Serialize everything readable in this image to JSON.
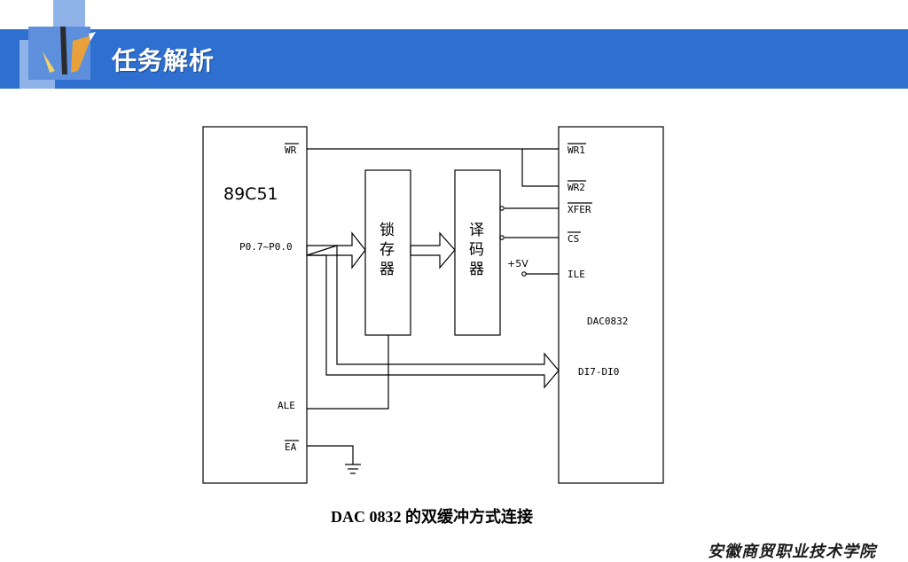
{
  "header": {
    "title": "任务解析",
    "logo_icon": "pen-and-brush-icon",
    "bar_color": "#2f6fd0"
  },
  "diagram": {
    "mcu": {
      "name": "89C51",
      "pin_wr": "WR",
      "pin_port": "P0.7~P0.0",
      "pin_ale": "ALE",
      "pin_ea": "EA"
    },
    "latch": {
      "label_1": "锁",
      "label_2": "存",
      "label_3": "器"
    },
    "decoder": {
      "label_1": "译",
      "label_2": "码",
      "label_3": "器"
    },
    "dac": {
      "name": "DAC0832",
      "pin_wr1": "WR1",
      "pin_wr2": "WR2",
      "pin_xfer": "XFER",
      "pin_cs": "CS",
      "pin_ile": "ILE",
      "pin_data": "DI7-DI0"
    },
    "supply": "+5V",
    "ground_icon": "ground-symbol-icon"
  },
  "caption": "DAC 0832 的双缓冲方式连接",
  "footer": {
    "school": "安徽商贸职业技术学院"
  }
}
